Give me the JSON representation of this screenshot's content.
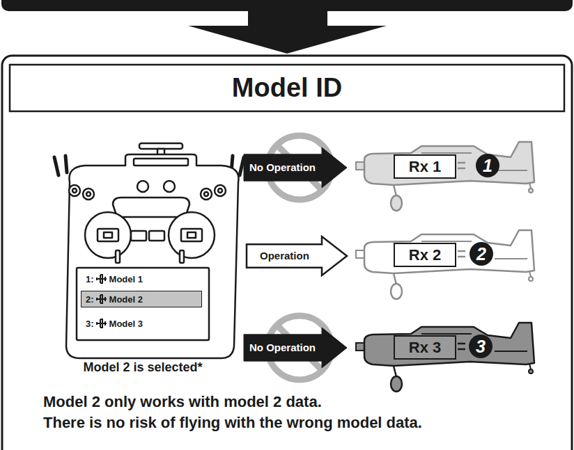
{
  "diagram": {
    "title": "Model ID",
    "nodes": [
      {
        "text": [
          "1:",
          "Model 1"
        ]
      },
      {
        "text": [
          "2:",
          "Model 2"
        ]
      },
      {
        "text": [
          "3:",
          "Model 3"
        ]
      },
      {
        "text": [
          "No Operation"
        ]
      },
      {
        "text": [
          "Rx 1"
        ]
      },
      {
        "text": [
          "Operation"
        ]
      },
      {
        "text": [
          "Rx 2"
        ]
      },
      {
        "text": [
          "No Operation"
        ]
      },
      {
        "text": [
          "Rx 3"
        ]
      }
    ],
    "labels": [
      "1",
      "2",
      "3",
      "Model 2 is selected*",
      "Model 2 only works with model 2 data.",
      "There is no risk of flying with the wrong model data."
    ]
  }
}
